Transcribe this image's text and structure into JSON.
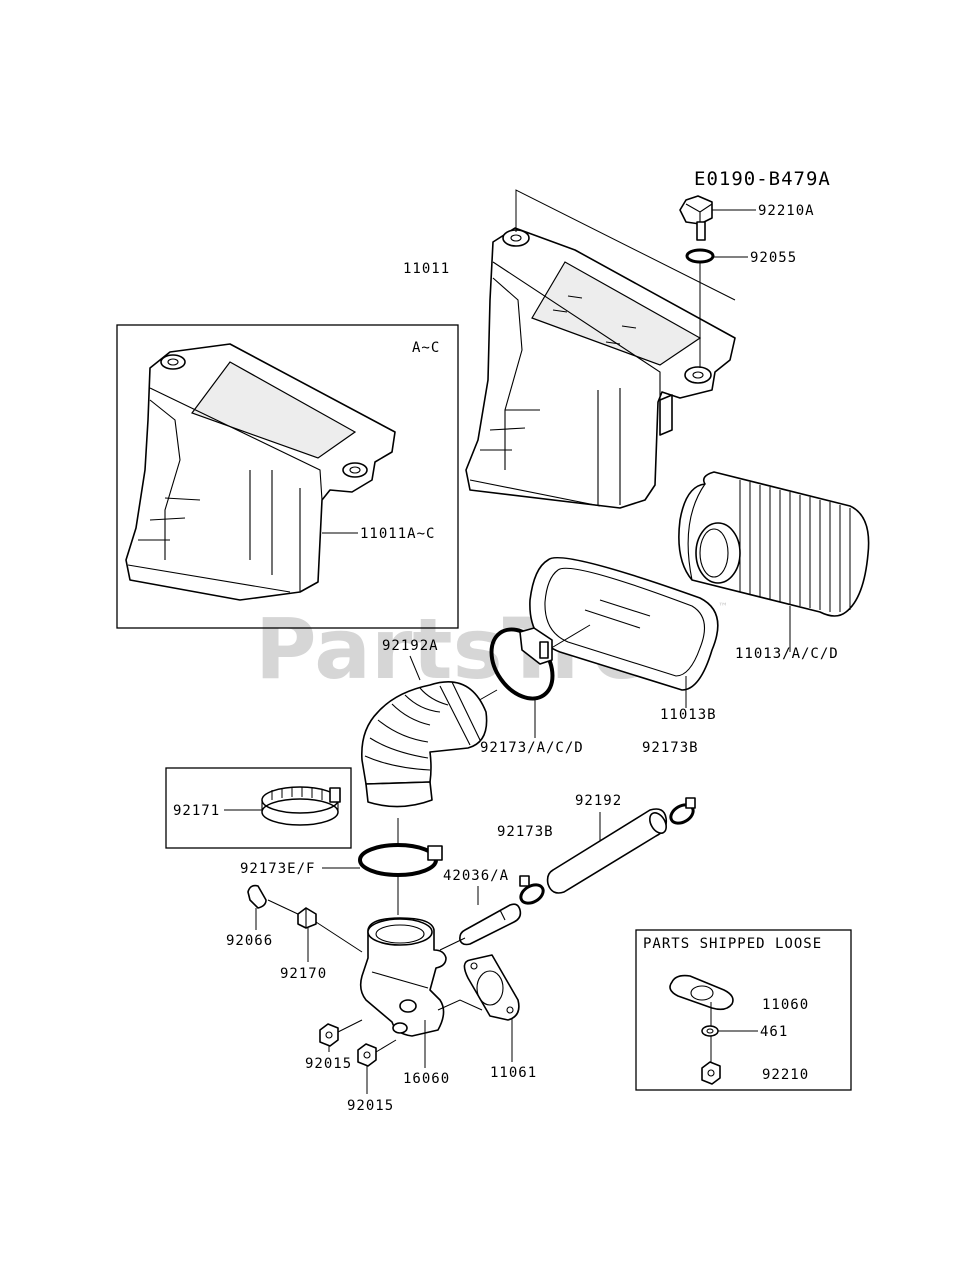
{
  "diagram_code": "E0190-B479A",
  "watermark": {
    "text": "PartsTree",
    "trademark": "™"
  },
  "inset_label": "A~C",
  "loose_box_title": "PARTS SHIPPED LOOSE",
  "parts": {
    "p92210A": "92210A",
    "p92055": "92055",
    "p11011": "11011",
    "p11011AC": "11011A~C",
    "p11013": "11013/A/C/D",
    "p92192A": "92192A",
    "p11013B": "11013B",
    "p92173ACD": "92173/A/C/D",
    "p92173B_1": "92173B",
    "p92171": "92171",
    "p92192": "92192",
    "p92173B_2": "92173B",
    "p92173EF": "92173E/F",
    "p42036A": "42036/A",
    "p92066": "92066",
    "p92170": "92170",
    "p92015_1": "92015",
    "p16060": "16060",
    "p11061": "11061",
    "p92015_2": "92015",
    "p11060": "11060",
    "p461": "461",
    "p92210": "92210"
  }
}
